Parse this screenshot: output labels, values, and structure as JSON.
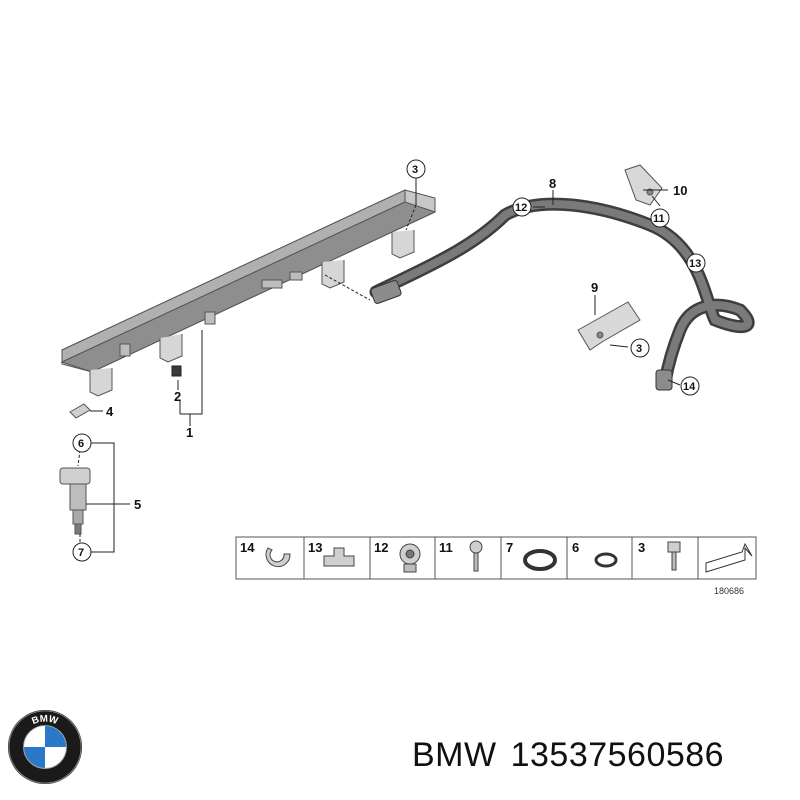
{
  "callouts": {
    "c1": "1",
    "c2": "2",
    "c3a": "3",
    "c3b": "3",
    "c4": "4",
    "c5": "5",
    "c6": "6",
    "c7": "7",
    "c8": "8",
    "c9": "9",
    "c10": "10",
    "c11": "11",
    "c12": "12",
    "c13": "13",
    "c14": "14"
  },
  "legend": {
    "items": [
      "14",
      "13",
      "12",
      "11",
      "7",
      "6",
      "3"
    ],
    "diagram_number": "180686"
  },
  "brand": {
    "logo_letters": "BMW",
    "name": "BMW",
    "part_number": "13537560586"
  },
  "colors": {
    "rail": "#9a9a9a",
    "hose": "#5a5a5a",
    "logo_blue": "#2c78c8",
    "logo_ring": "#1a1a1a"
  }
}
